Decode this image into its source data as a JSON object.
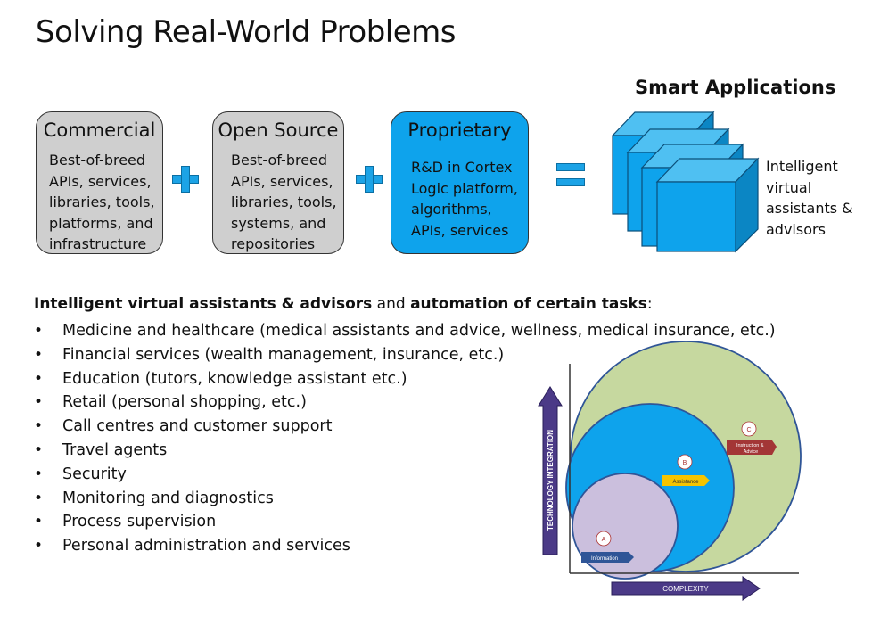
{
  "title": "Solving Real-World Problems",
  "smart_apps": {
    "title": "Smart Applications",
    "caption": "Intelligent\nvirtual\nassistants &\nadvisors"
  },
  "boxes": [
    {
      "heading": "Commercial",
      "body": "Best-of-breed\nAPIs, services,\nlibraries, tools,\nplatforms, and\ninfrastructure",
      "color": "#cfcfcf"
    },
    {
      "heading": "Open Source",
      "body": "Best-of-breed\nAPIs, services,\nlibraries, tools,\nsystems, and\nrepositories",
      "color": "#cfcfcf"
    },
    {
      "heading": "Proprietary",
      "body": "R&D in Cortex\nLogic platform,\nalgorithms,\nAPIs, services",
      "color": "#0ea3ec"
    }
  ],
  "intro": {
    "bold1": "Intelligent virtual assistants & advisors",
    "mid": " and ",
    "bold2": "automation of certain tasks",
    "end": ":"
  },
  "bullet": "•",
  "items": [
    "Medicine and healthcare (medical assistants and advice, wellness, medical insurance, etc.)",
    "Financial services (wealth management, insurance, etc.)",
    "Education (tutors, knowledge assistant etc.)",
    "Retail (personal shopping, etc.)",
    "Call centres and customer support",
    "Travel agents",
    "Security",
    "Monitoring and diagnostics",
    "Process supervision",
    "Personal administration and services"
  ],
  "diagram": {
    "y_axis": "TECHNOLOGY INTEGRATION",
    "x_axis": "COMPLEXITY",
    "levels": [
      {
        "letter": "A",
        "label": "Information",
        "color": "#cbbfdd"
      },
      {
        "letter": "B",
        "label": "Assistance",
        "color": "#0ea3ec"
      },
      {
        "letter": "C",
        "label": "Instruction &\nAdvice",
        "color": "#c6d89f"
      }
    ]
  }
}
